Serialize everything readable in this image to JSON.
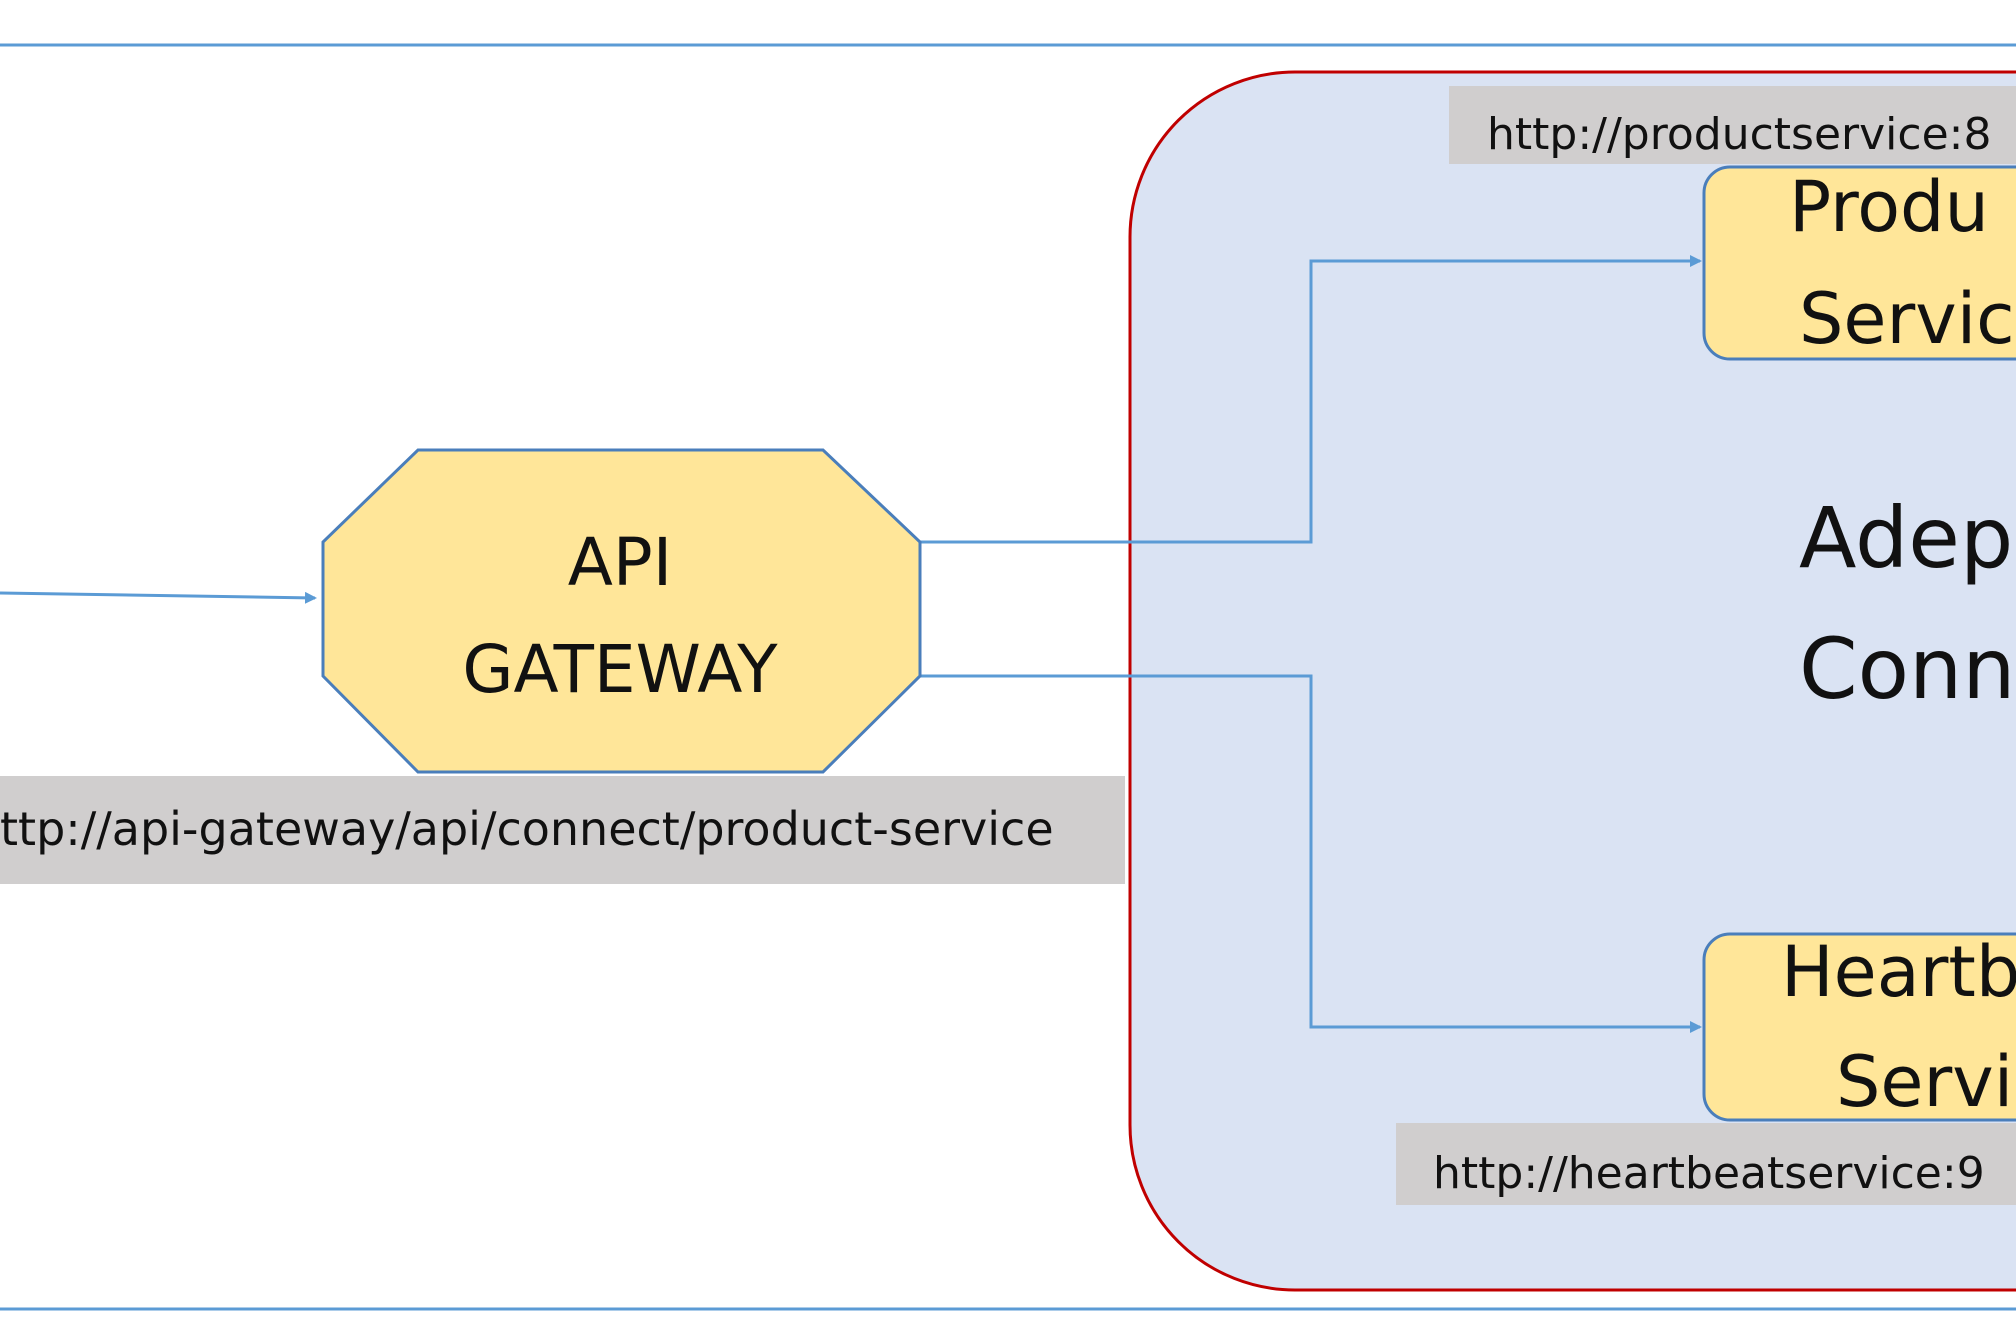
{
  "diagram": {
    "api_gateway": {
      "line1": "API",
      "line2": "GATEWAY"
    },
    "gateway_url": "ttp://api-gateway/api/connect/product-service",
    "container": {
      "line1": "Adep",
      "line2": "Conn"
    },
    "product_service": {
      "line1": "Produ",
      "line2": "Servic",
      "url": "http://productservice:8"
    },
    "heartbeat_service": {
      "line1": "Heartb",
      "line2": "Servi",
      "url": "http://heartbeatservice:9"
    }
  },
  "colors": {
    "frame_line": "#5b9bd5",
    "arrow": "#5b9bd5",
    "node_fill": "#ffe699",
    "node_border": "#4a7ebb",
    "container_fill": "#dae3f3",
    "container_border": "#c00000",
    "url_box": "#d0cece"
  }
}
